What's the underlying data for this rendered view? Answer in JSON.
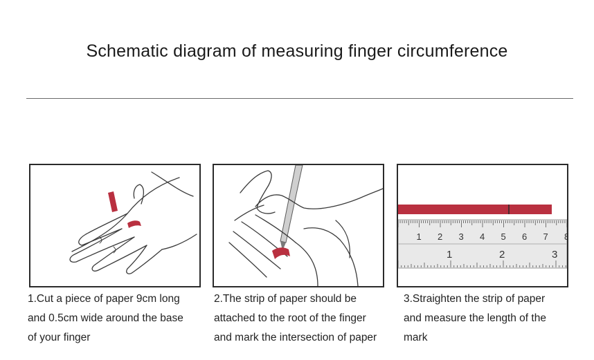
{
  "title": "Schematic diagram of measuring finger circumference",
  "steps": [
    {
      "lines": [
        "1.Cut a piece of paper 9cm long",
        "and 0.5cm wide around the base",
        "of your finger"
      ]
    },
    {
      "lines": [
        "2.The strip of paper should be",
        "attached to the root of the finger",
        "and mark the intersection of paper"
      ]
    },
    {
      "lines": [
        "3.Straighten the strip of paper",
        "and measure the length of the",
        "mark"
      ]
    }
  ],
  "ruler": {
    "top_numbers": [
      "1",
      "2",
      "3",
      "4",
      "5",
      "6",
      "7",
      "8"
    ],
    "bottom_numbers": [
      "1",
      "2",
      "3"
    ]
  },
  "colors": {
    "paper_strip": "#b93040",
    "outline": "#3a3a3a"
  }
}
